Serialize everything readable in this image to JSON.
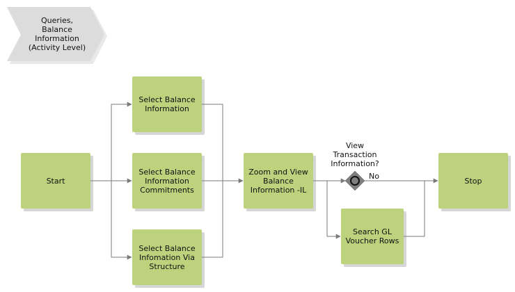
{
  "diagram": {
    "header": "Queries,\nBalance\nInformation\n(Activity Level)",
    "nodes": {
      "start": "Start",
      "select_balance": "Select Balance\nInformation",
      "select_commitments": "Select Balance\nInformation\nCommitments",
      "select_structure": "Select Balance\nInfomation Via\nStructure",
      "zoom_view": "Zoom and View\nBalance\nInformation -IL",
      "search_gl": "Search GL\nVoucher Rows",
      "stop": "Stop"
    },
    "decision": {
      "question": "View\nTransaction\nInformation?",
      "no_label": "No"
    },
    "colors": {
      "box_fill": "#bcd27c",
      "box_shadow": "#d6d6d6",
      "header_fill": "#dcdcdc",
      "line": "#7a7a7a",
      "decision_fill": "#7f7f7f"
    }
  }
}
